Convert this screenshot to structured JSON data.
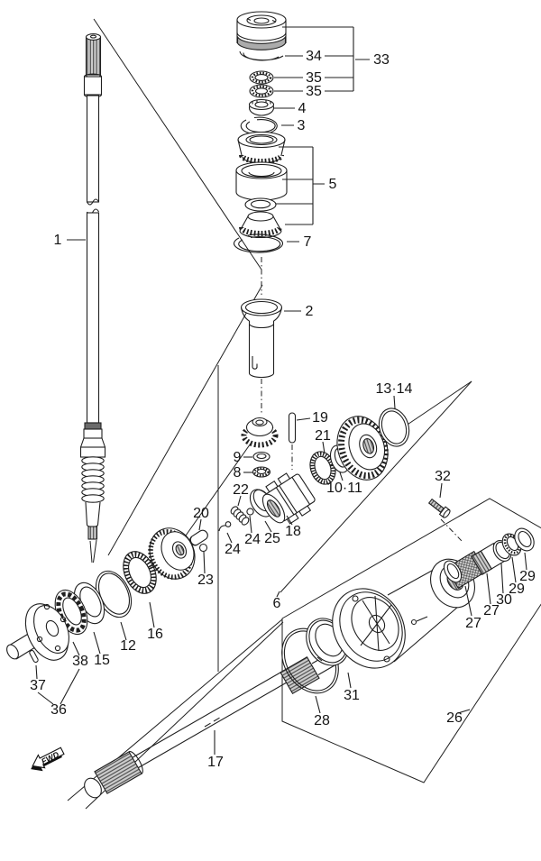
{
  "diagram": {
    "fwd_marker": "FWD",
    "colors": {
      "line": "#1f1f1f",
      "shade": "#c9c9c9",
      "cap_band": "#ababab",
      "collar": "#6b6b6b"
    },
    "labels": [
      {
        "part": "1",
        "text": "1"
      },
      {
        "part": "2",
        "text": "2"
      },
      {
        "part": "3",
        "text": "3"
      },
      {
        "part": "4",
        "text": "4"
      },
      {
        "part": "5",
        "text": "5"
      },
      {
        "part": "7",
        "text": "7"
      },
      {
        "part": "33",
        "text": "33"
      },
      {
        "part": "34",
        "text": "34"
      },
      {
        "part": "35a",
        "text": "35"
      },
      {
        "part": "35b",
        "text": "35"
      },
      {
        "part": "19",
        "text": "19"
      },
      {
        "part": "21",
        "text": "21"
      },
      {
        "part": "13-14",
        "text": "13·14"
      },
      {
        "part": "10-11",
        "text": "10·11"
      },
      {
        "part": "9",
        "text": "9"
      },
      {
        "part": "8",
        "text": "8"
      },
      {
        "part": "22",
        "text": "22"
      },
      {
        "part": "20",
        "text": "20"
      },
      {
        "part": "23",
        "text": "23"
      },
      {
        "part": "24a",
        "text": "24"
      },
      {
        "part": "24b",
        "text": "24"
      },
      {
        "part": "25",
        "text": "25"
      },
      {
        "part": "18",
        "text": "18"
      },
      {
        "part": "6",
        "text": "6"
      },
      {
        "part": "16",
        "text": "16"
      },
      {
        "part": "12",
        "text": "12"
      },
      {
        "part": "15",
        "text": "15"
      },
      {
        "part": "38",
        "text": "38"
      },
      {
        "part": "37",
        "text": "37"
      },
      {
        "part": "36",
        "text": "36"
      },
      {
        "part": "17",
        "text": "17"
      },
      {
        "part": "26",
        "text": "26"
      },
      {
        "part": "27a",
        "text": "27"
      },
      {
        "part": "27b",
        "text": "27"
      },
      {
        "part": "30",
        "text": "30"
      },
      {
        "part": "29a",
        "text": "29"
      },
      {
        "part": "29b",
        "text": "29"
      },
      {
        "part": "31",
        "text": "31"
      },
      {
        "part": "28",
        "text": "28"
      },
      {
        "part": "32",
        "text": "32"
      }
    ]
  }
}
